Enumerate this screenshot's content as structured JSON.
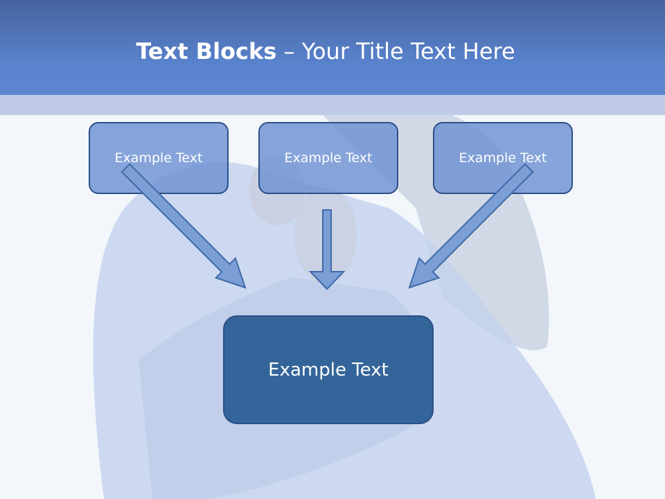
{
  "title": {
    "bold": "Text Blocks",
    "separator": " – ",
    "rest": "Your Title Text Here"
  },
  "blocks": {
    "top": [
      "Example Text",
      "Example Text",
      "Example Text"
    ],
    "center": "Example Text"
  },
  "colors": {
    "header": "#5a84cf",
    "subband": "#bfcbe6",
    "small_box_fill": "#6e91d2",
    "big_box_fill": "#33659a",
    "box_border": "#2b4f87",
    "arrow_fill": "#7c9ed6",
    "arrow_stroke": "#3e6aa8"
  },
  "icons": [
    "down-arrow-icon",
    "diagonal-down-right-arrow-icon",
    "diagonal-down-left-arrow-icon"
  ]
}
